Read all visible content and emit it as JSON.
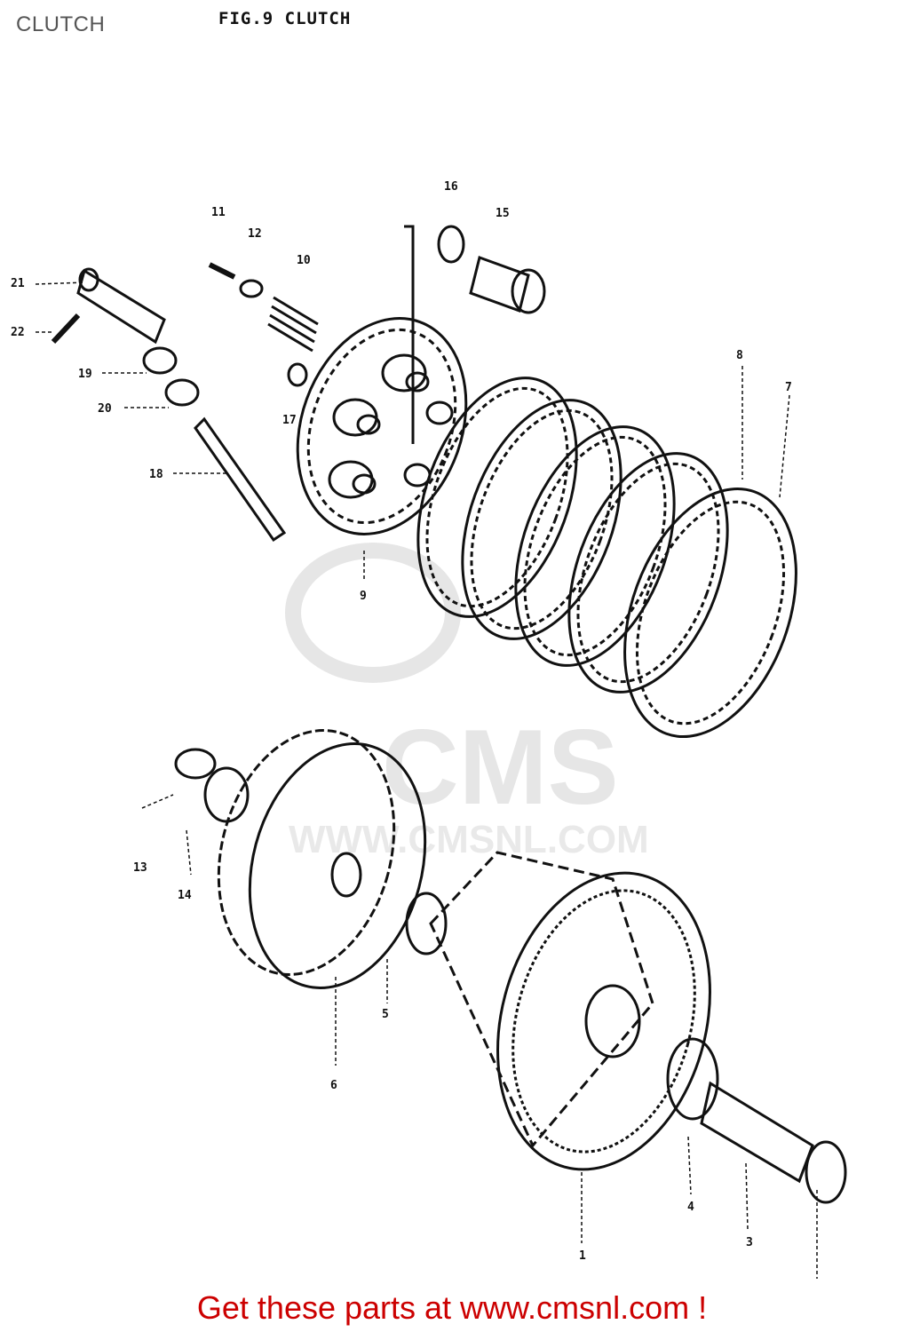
{
  "header": {
    "page_title": "CLUTCH",
    "figure_title": "FIG.9  CLUTCH"
  },
  "watermark": {
    "logo_text": "CMS",
    "url_text": "WWW.CMSNL.COM"
  },
  "callouts": [
    "1",
    "3",
    "4",
    "5",
    "6",
    "7",
    "8",
    "9",
    "10",
    "11",
    "12",
    "13",
    "14",
    "15",
    "16",
    "17",
    "18",
    "19",
    "20",
    "21",
    "22"
  ],
  "footer": {
    "link_text": "Get these parts at www.cmsnl.com !",
    "color": "#cc0000"
  }
}
